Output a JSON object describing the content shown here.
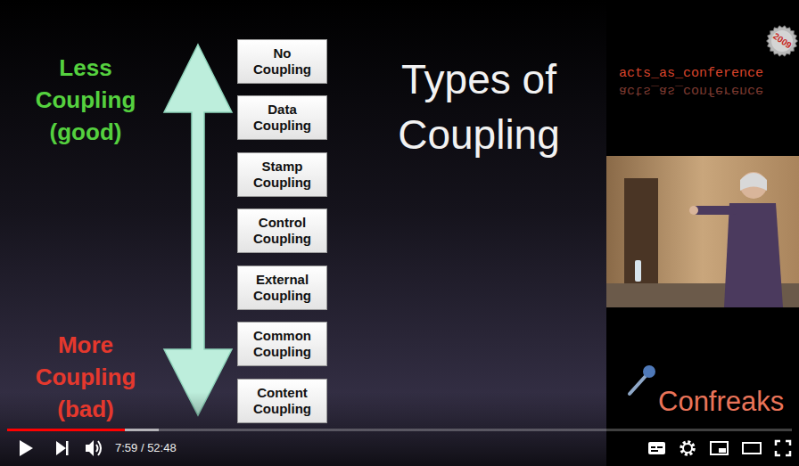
{
  "diagram": {
    "title": "Types of Coupling",
    "nodes": [
      {
        "text": [
          "No Coupling"
        ]
      },
      {
        "text": [
          "Data Coupling"
        ]
      },
      {
        "text": [
          "Stamp Coupling"
        ]
      },
      {
        "text": [
          "Control Coupling"
        ]
      },
      {
        "text": [
          "External Coupling"
        ]
      },
      {
        "text": [
          "Common Coupling"
        ]
      },
      {
        "text": [
          "Content Coupling"
        ]
      },
      {
        "text": [
          "2009"
        ]
      }
    ],
    "labels": [
      "Less Coupling (good)",
      "More Coupling (bad)",
      "acts_as_conference",
      "acts_as_conference",
      "Confreaks",
      "7:59 / 52:48"
    ]
  }
}
